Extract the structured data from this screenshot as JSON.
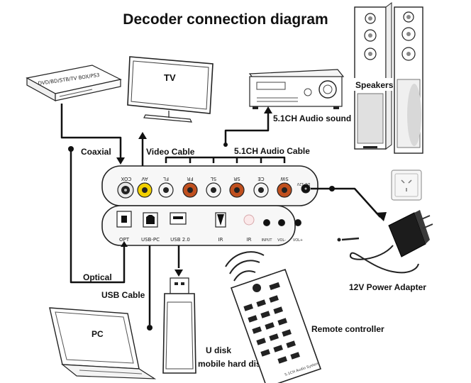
{
  "title": "Decoder connection diagram",
  "devices": {
    "dvd_label": "DVD/BD/STB/TV BOX/PS3",
    "tv_label": "TV",
    "speakers_label": "Speakers",
    "pc_label": "PC",
    "udisk_label": "U disk",
    "hdd_label": "mobile hard disk",
    "power_label": "12V Power Adapter",
    "remote_label": "Remote controller",
    "remote_brand": "5.1CH Audio System"
  },
  "cables": {
    "coaxial": "Coaxial",
    "video": "Video Cable",
    "audio51": "5.1CH Audio Cable",
    "audio_sound": "5.1CH Audio sound",
    "optical": "Optical",
    "usb": "USB Cable"
  },
  "panel_top_ports": [
    "COX",
    "AV",
    "FL",
    "FR",
    "SL",
    "SR",
    "CE",
    "SW",
    "DC 12V"
  ],
  "panel_bottom_ports": [
    "OPT",
    "USB-PC",
    "USB 2.0",
    "IR",
    "IR",
    "INPUT",
    "VOL-",
    "VOL+"
  ],
  "colors": {
    "line": "#111111",
    "rca_yellow": "#f2d000",
    "rca_white": "#f4f4f4",
    "rca_red": "#c0501f",
    "panel_bg": "#f7f7f7"
  }
}
